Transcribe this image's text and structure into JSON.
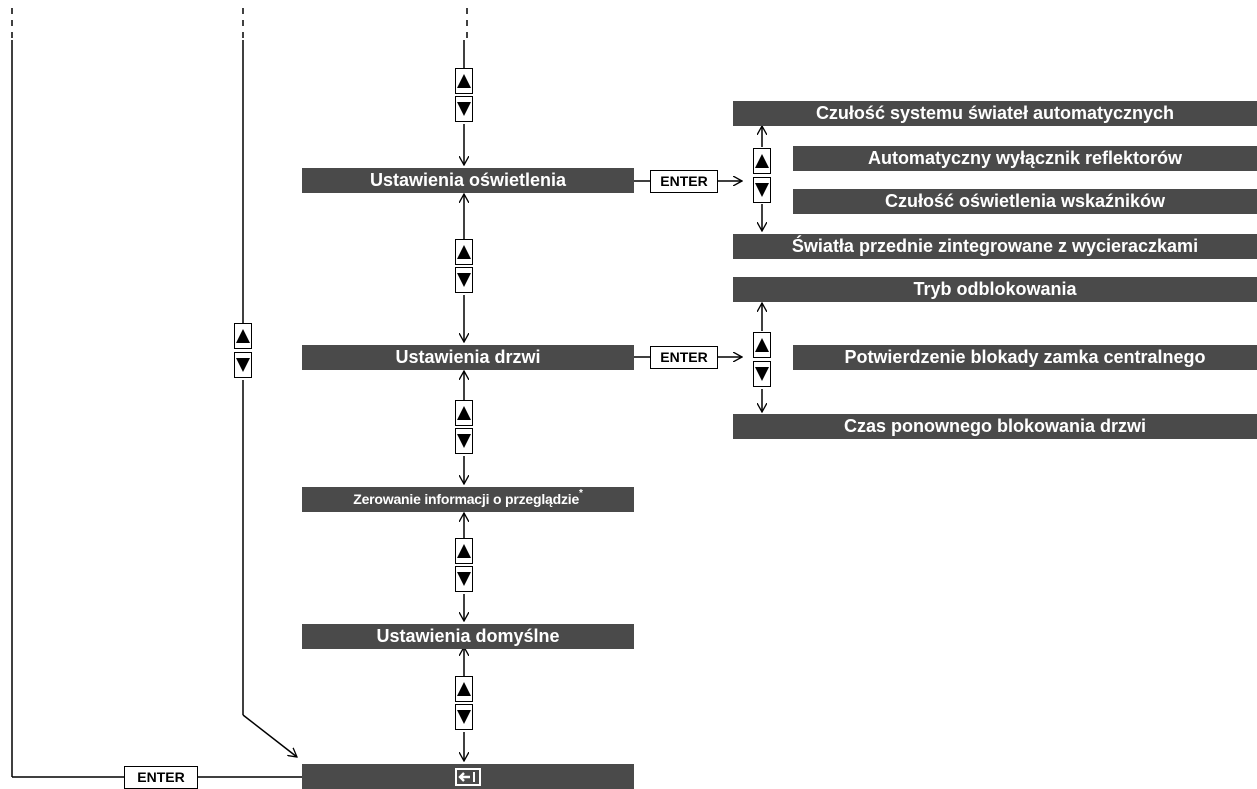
{
  "enter_label": "ENTER",
  "main_menu": {
    "lighting": "Ustawienia oświetlenia",
    "doors": "Ustawienia drzwi",
    "service": "Zerowanie informacji o przeglądzie",
    "service_mark": "*",
    "defaults": "Ustawienia domyślne",
    "back_icon": "return-icon"
  },
  "lighting_submenu": [
    "Czułość systemu świateł automatycznych",
    "Automatyczny wyłącznik reflektorów",
    "Czułość oświetlenia wskaźników",
    "Światła przednie zintegrowane z wycieraczkami"
  ],
  "doors_submenu": [
    "Tryb odblokowania",
    "Potwierdzenie blokady zamka centralnego",
    "Czas ponownego blokowania drzwi"
  ],
  "colors": {
    "bar": "#4a4a4a",
    "line": "#000000"
  }
}
